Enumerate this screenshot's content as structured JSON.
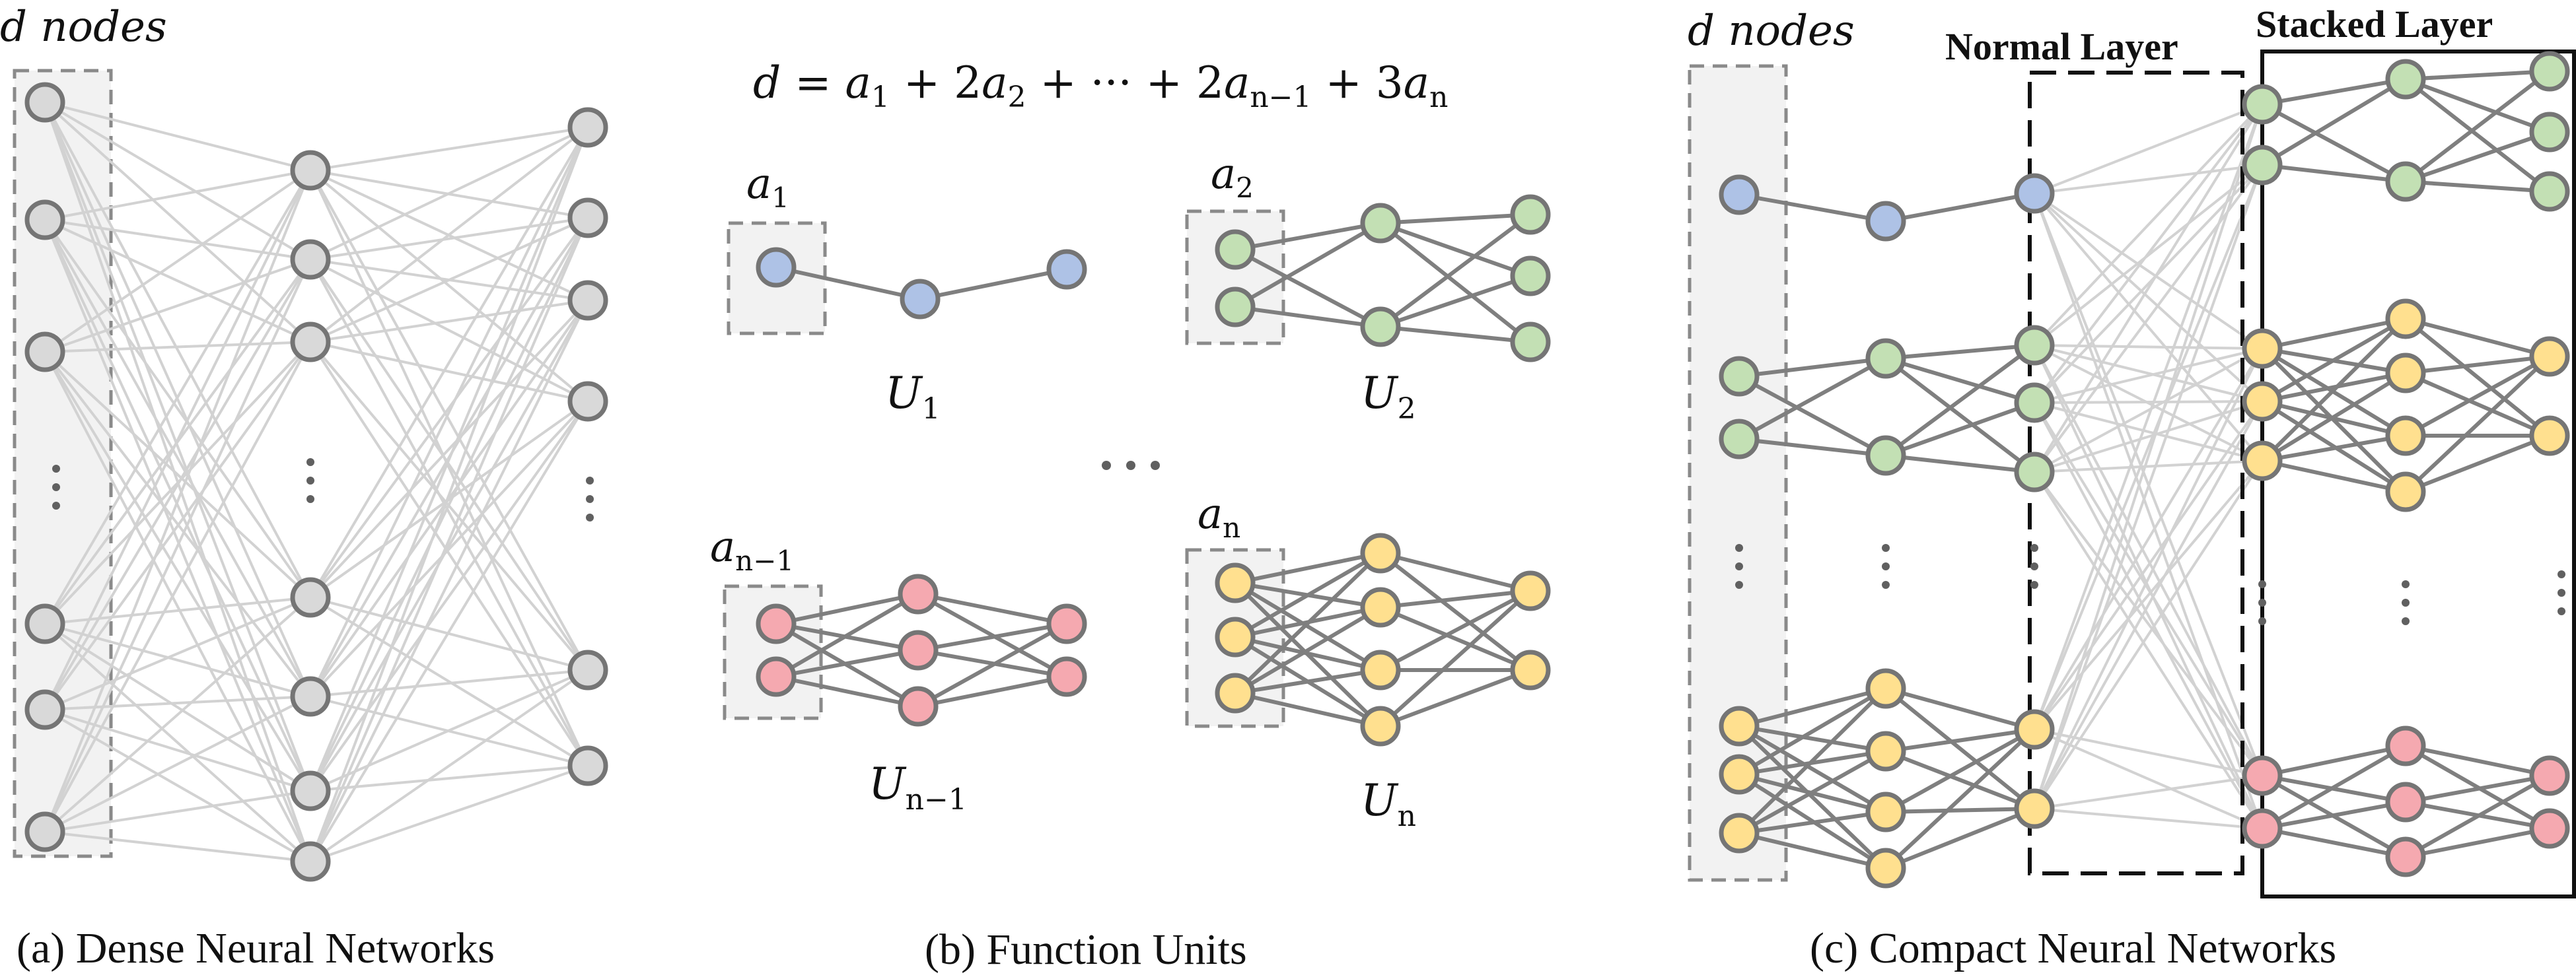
{
  "captions": {
    "a": "(a) Dense Neural Networks",
    "b": "(b) Function Units",
    "c": "(c) Compact Neural Networks"
  },
  "labels": {
    "d_nodes_a": "d nodes",
    "d_nodes_c": "d nodes",
    "normal_layer": "Normal Layer",
    "stacked_layer": "Stacked Layer"
  },
  "equation": {
    "lhs": "d",
    "eq": " = ",
    "t1": "a",
    "t1_sub": "1",
    "plus1": " + 2",
    "t2": "a",
    "t2_sub": "2",
    "mid": " + ··· + 2",
    "t3": "a",
    "t3_sub": "n−1",
    "plus3": " + 3",
    "t4": "a",
    "t4_sub": "n"
  },
  "units": {
    "u1": {
      "input": "a",
      "input_sub": "1",
      "name": "U",
      "name_sub": "1"
    },
    "u2": {
      "input": "a",
      "input_sub": "2",
      "name": "U",
      "name_sub": "2"
    },
    "un1": {
      "input": "a",
      "input_sub": "n−1",
      "name": "U",
      "name_sub": "n−1"
    },
    "un": {
      "input": "a",
      "input_sub": "n",
      "name": "U",
      "name_sub": "n"
    }
  },
  "colors": {
    "gray": "#d9d9d9",
    "blue": "#aec2e6",
    "green": "#c3e0b4",
    "red": "#f5a9b0",
    "yellow": "#ffe08f",
    "edge_light": "#d2d2d2",
    "edge_dark": "#7f7f7f",
    "node_stroke": "#757575"
  }
}
